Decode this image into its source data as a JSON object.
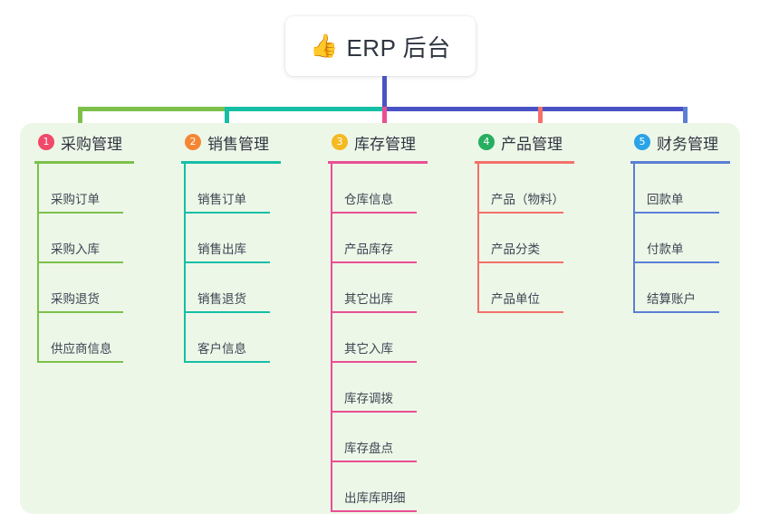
{
  "root": {
    "icon": "thumbs-up-icon",
    "icon_glyph": "👍",
    "title": "ERP 后台"
  },
  "palette": {
    "panel_bg": "#edf7e8",
    "page_bg": "#ffffff",
    "trunk": "#4a53c4",
    "column_colors": [
      "#7cc04a",
      "#14bfa6",
      "#e94f93",
      "#f4706a",
      "#5b7fd4"
    ],
    "badge_colors": [
      "#f0496a",
      "#f58634",
      "#f5b921",
      "#27ae60",
      "#2aa3e8"
    ]
  },
  "columns": [
    {
      "index": "1",
      "title": "采购管理",
      "badge_color": "#f0496a",
      "line_color": "#7cc04a",
      "items": [
        "采购订单",
        "采购入库",
        "采购退货",
        "供应商信息"
      ]
    },
    {
      "index": "2",
      "title": "销售管理",
      "badge_color": "#f58634",
      "line_color": "#14bfa6",
      "items": [
        "销售订单",
        "销售出库",
        "销售退货",
        "客户信息"
      ]
    },
    {
      "index": "3",
      "title": "库存管理",
      "badge_color": "#f5b921",
      "line_color": "#e94f93",
      "items": [
        "仓库信息",
        "产品库存",
        "其它出库",
        "其它入库",
        "库存调拨",
        "库存盘点",
        "出库库明细"
      ]
    },
    {
      "index": "4",
      "title": "产品管理",
      "badge_color": "#27ae60",
      "line_color": "#f4706a",
      "items": [
        "产品（物料）",
        "产品分类",
        "产品单位"
      ]
    },
    {
      "index": "5",
      "title": "财务管理",
      "badge_color": "#2aa3e8",
      "line_color": "#5b7fd4",
      "items": [
        "回款单",
        "付款单",
        "结算账户"
      ]
    }
  ]
}
